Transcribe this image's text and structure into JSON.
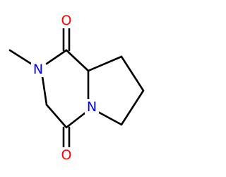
{
  "molecule": {
    "atoms": {
      "o_top": {
        "symbol": "O",
        "color": "#ff0000"
      },
      "o_bottom": {
        "symbol": "O",
        "color": "#ff0000"
      },
      "n_methyl": {
        "symbol": "N",
        "color": "#0000ff"
      },
      "n_ring": {
        "symbol": "N",
        "color": "#0000ff"
      }
    }
  }
}
